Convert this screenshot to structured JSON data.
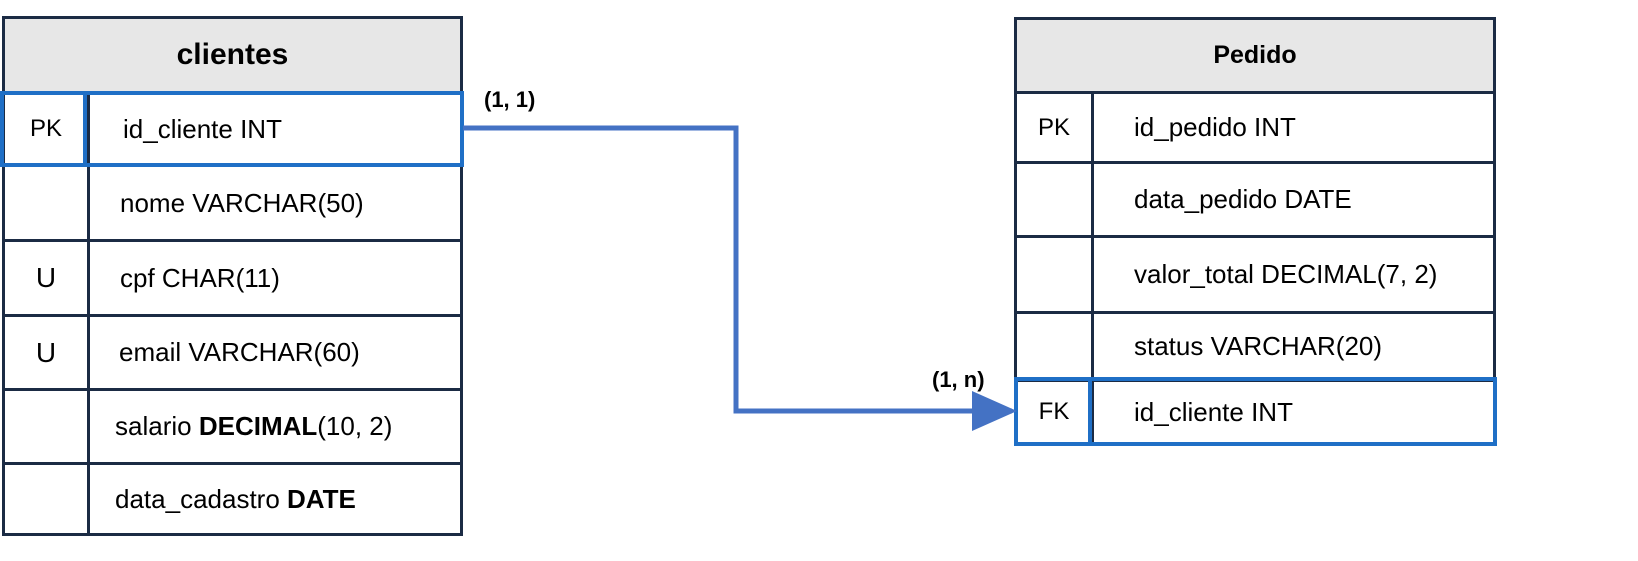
{
  "clientes": {
    "title": "clientes",
    "rows": [
      {
        "key": "PK",
        "prefix": "id_cliente INT",
        "bold": "",
        "suffix": ""
      },
      {
        "key": "",
        "prefix": "nome VARCHAR(50)",
        "bold": "",
        "suffix": ""
      },
      {
        "key": "U",
        "prefix": "cpf CHAR(11)",
        "bold": "",
        "suffix": ""
      },
      {
        "key": "U",
        "prefix": "email VARCHAR(60)",
        "bold": "",
        "suffix": ""
      },
      {
        "key": "",
        "prefix": "salario ",
        "bold": "DECIMAL",
        "suffix": "(10, 2)"
      },
      {
        "key": "",
        "prefix": "data_cadastro ",
        "bold": "DATE",
        "suffix": ""
      }
    ]
  },
  "pedido": {
    "title": "Pedido",
    "rows": [
      {
        "key": "PK",
        "prefix": "id_pedido INT",
        "bold": "",
        "suffix": ""
      },
      {
        "key": "",
        "prefix": "data_pedido DATE",
        "bold": "",
        "suffix": ""
      },
      {
        "key": "",
        "prefix": "valor_total DECIMAL(7, 2)",
        "bold": "",
        "suffix": ""
      },
      {
        "key": "",
        "prefix": "status VARCHAR(20)",
        "bold": "",
        "suffix": ""
      },
      {
        "key": "FK",
        "prefix": "id_cliente INT",
        "bold": "",
        "suffix": ""
      }
    ]
  },
  "relationship": {
    "source_cardinality": "(1, 1)",
    "target_cardinality": "(1, n)",
    "line_color": "#4472c4",
    "highlight_color": "#1f6fc6"
  }
}
